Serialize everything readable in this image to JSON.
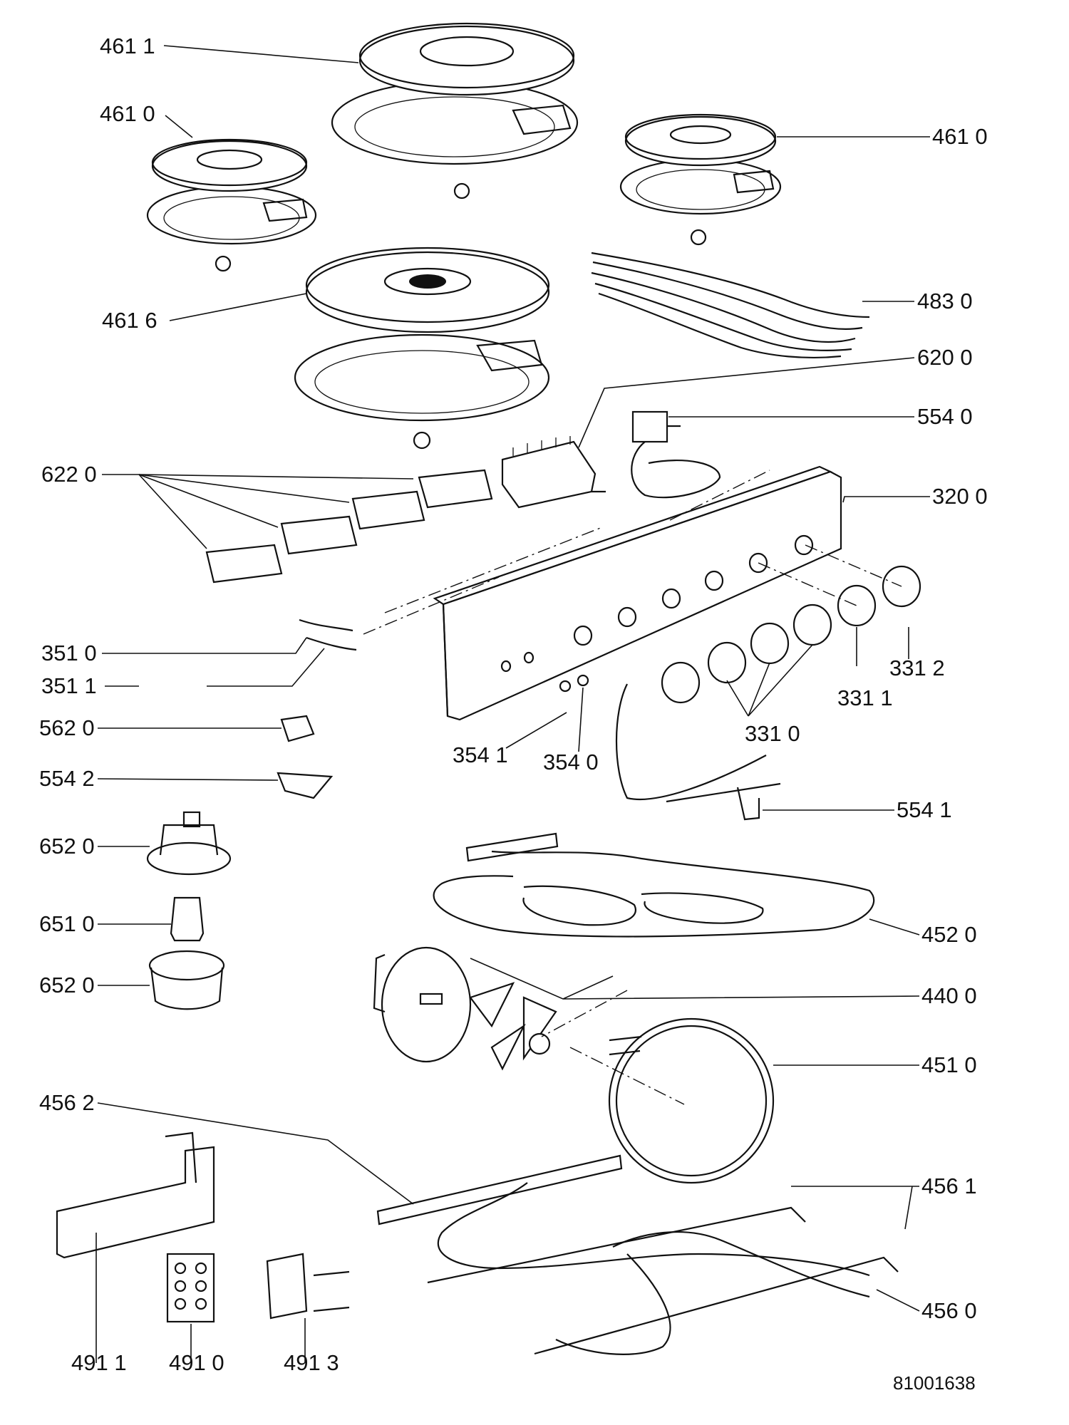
{
  "drawing_number": "81001638",
  "labels": {
    "l4611": "461 1",
    "l4610a": "461 0",
    "l4610b": "461 0",
    "l4616": "461 6",
    "l4830": "483 0",
    "l6200": "620 0",
    "l5540": "554 0",
    "l6220": "622 0",
    "l3200": "320 0",
    "l3510": "351 0",
    "l3511": "351 1",
    "l3312": "331 2",
    "l3311": "331 1",
    "l5620": "562 0",
    "l3541": "354 1",
    "l3540": "354 0",
    "l3310": "331 0",
    "l5542": "554 2",
    "l5541": "554 1",
    "l6520a": "652 0",
    "l6510": "651 0",
    "l6520b": "652 0",
    "l4520": "452 0",
    "l4400": "440 0",
    "l4510": "451 0",
    "l4562": "456 2",
    "l4561": "456 1",
    "l4560": "456 0",
    "l4911": "491 1",
    "l4910": "491 0",
    "l4913": "491 3"
  }
}
